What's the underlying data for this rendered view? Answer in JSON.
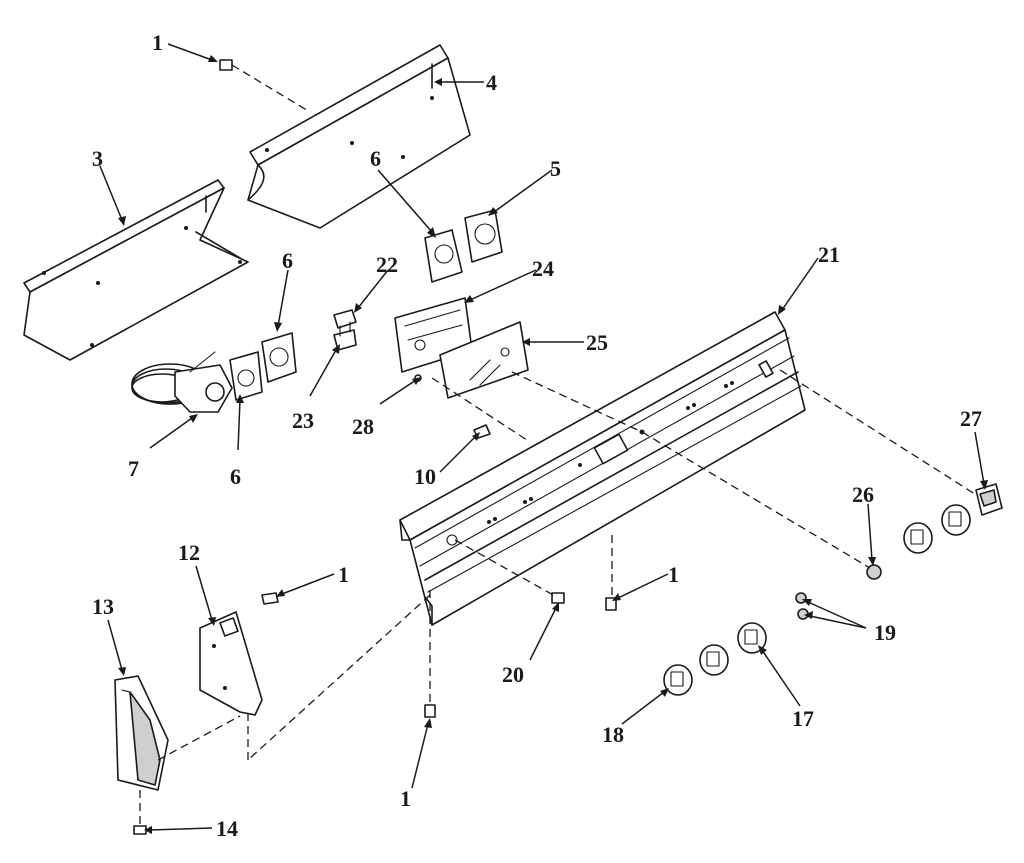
{
  "colors": {
    "ink": "#1a1a1a",
    "paper": "#ffffff",
    "shade": "#cfcfcf"
  },
  "callouts": {
    "c1_top": "1",
    "c4": "4",
    "c3": "3",
    "c6_a": "6",
    "c5": "5",
    "c6_b": "6",
    "c22": "22",
    "c24": "24",
    "c21": "21",
    "c25": "25",
    "c23": "23",
    "c28": "28",
    "c7": "7",
    "c6_c": "6",
    "c27": "27",
    "c10": "10",
    "c26": "26",
    "c12": "12",
    "c1_left": "1",
    "c13": "13",
    "c1_mid": "1",
    "c19": "19",
    "c20": "20",
    "c18": "18",
    "c17": "17",
    "c1_bottom": "1",
    "c14": "14"
  }
}
